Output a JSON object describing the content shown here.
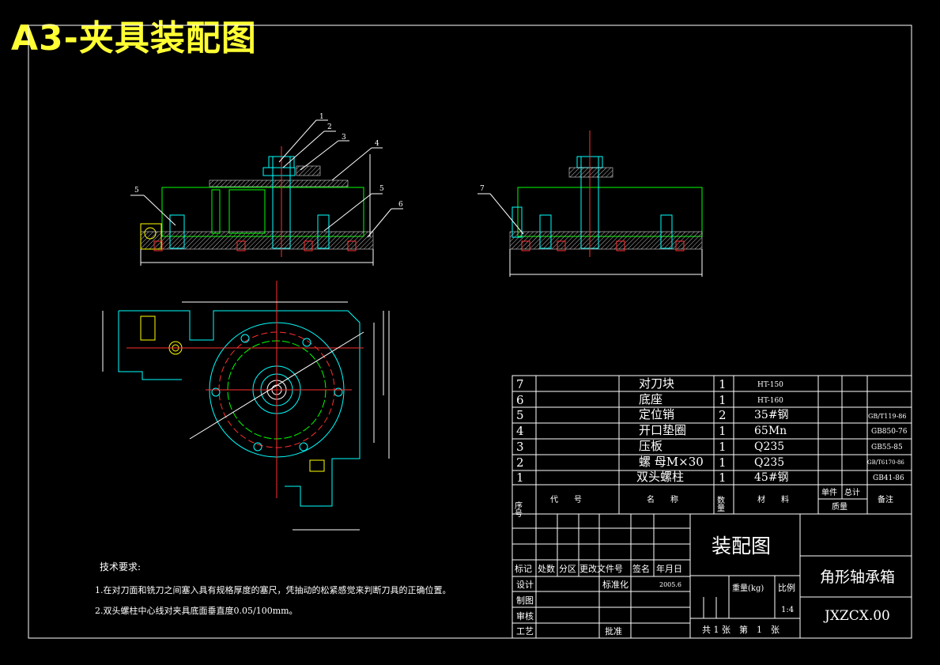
{
  "header": {
    "title": "A3-夹具装配图"
  },
  "balloons": {
    "front": [
      "1",
      "2",
      "3",
      "4",
      "5",
      "5",
      "6"
    ],
    "side": [
      "7"
    ]
  },
  "parts_list": {
    "rows": [
      {
        "no": "7",
        "name": "对刀块",
        "qty": "1",
        "material": "HT-150",
        "remark": ""
      },
      {
        "no": "6",
        "name": "底座",
        "qty": "1",
        "material": "HT-160",
        "remark": ""
      },
      {
        "no": "5",
        "name": "定位销",
        "qty": "2",
        "material": "35#钢",
        "remark": "GB/T119-86"
      },
      {
        "no": "4",
        "name": "开口垫圈",
        "qty": "1",
        "material": "65Mn",
        "remark": "GB850-76"
      },
      {
        "no": "3",
        "name": "压板",
        "qty": "1",
        "material": "Q235",
        "remark": "GB55-85"
      },
      {
        "no": "2",
        "name": "螺 母M×30",
        "qty": "1",
        "material": "Q235",
        "remark": "GB/T6170-86"
      },
      {
        "no": "1",
        "name": "双头螺柱",
        "qty": "1",
        "material": "45#钢",
        "remark": "GB41-86"
      }
    ],
    "headers": {
      "no": "序号",
      "code": "代　　号",
      "name": "名　　称",
      "qty": "数量",
      "material": "材　　料",
      "unit": "单件",
      "total": "总计",
      "weight": "质量",
      "remark": "备注"
    }
  },
  "title_block": {
    "drawing_name": "装配图",
    "part_name": "角形轴承箱",
    "drawing_no": "JXZCX.00",
    "rev_headers": [
      "标记",
      "处数",
      "分区",
      "更改文件号",
      "签名",
      "年月日"
    ],
    "design": "设计",
    "standardize": "标准化",
    "date": "2005.6",
    "draw": "制图",
    "review": "审核",
    "process": "工艺",
    "approve": "批准",
    "weight_label": "重量(kg)",
    "scale_label": "比例",
    "scale": "1:4",
    "sheets": "共 1 张　第　1　张"
  },
  "tech_requirements": {
    "title": "技术要求:",
    "items": [
      "1.在对刀面和铣刀之间塞入具有规格厚度的塞尺，凭抽动的松紧感觉来判断刀具的正确位置。",
      "2.双头螺柱中心线对夹具底面垂直度0.05/100mm。"
    ]
  }
}
